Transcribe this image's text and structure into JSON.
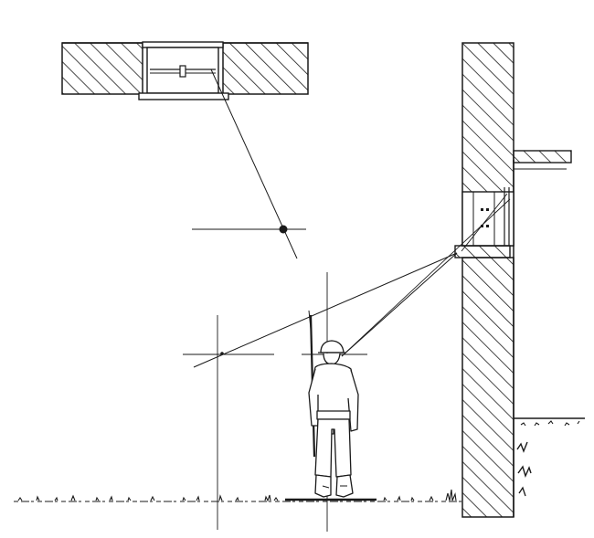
{
  "diagram": {
    "ink": "#1a1a1a",
    "paper": "#ffffff",
    "elements": [
      "ceiling-slab",
      "ceiling-hatch-opening",
      "right-wall",
      "wall-embrasure",
      "upper-right-ledge",
      "sightline-ceiling",
      "sightlines-embrasure",
      "target-crosshairs",
      "standing-soldier",
      "ground-line",
      "ground-grass",
      "soil-section"
    ]
  }
}
